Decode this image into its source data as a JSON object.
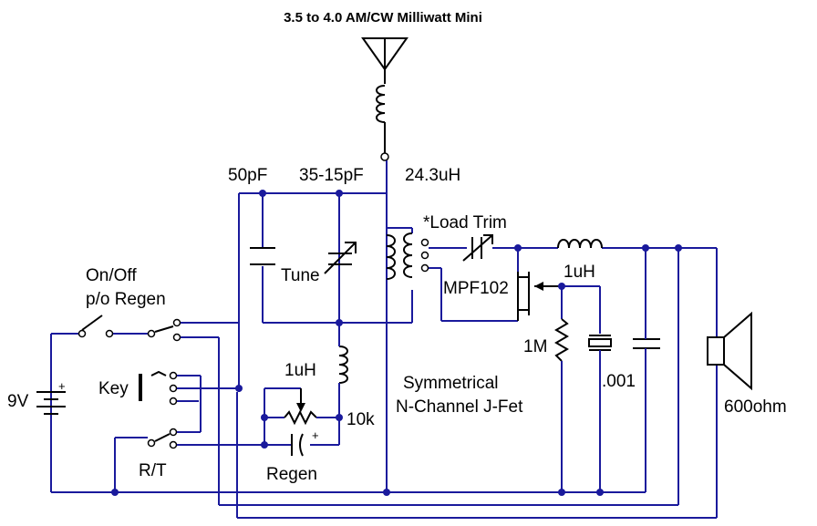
{
  "title": "3.5 to 4.0 AM/CW Milliwatt Mini",
  "labels": {
    "c_50pf": "50pF",
    "c_tune_range": "35-15pF",
    "l_tank": "24.3uH",
    "load_trim": "*Load Trim",
    "tune": "Tune",
    "l_rfc_out": "1uH",
    "jfet": "MPF102",
    "switch": "On/Off",
    "switch_sub": "p/o Regen",
    "battery": "9V",
    "key": "Key",
    "l_rfc_regen": "1uH",
    "pot": "10k",
    "regen": "Regen",
    "rt": "R/T",
    "res_1m": "1M",
    "cap_001": ".001",
    "note_line1": "Symmetrical",
    "note_line2": "N-Channel J-Fet",
    "speaker": "600ohm"
  },
  "colors": {
    "wire": "#1a1a9c",
    "component": "#000000",
    "background": "#ffffff"
  }
}
